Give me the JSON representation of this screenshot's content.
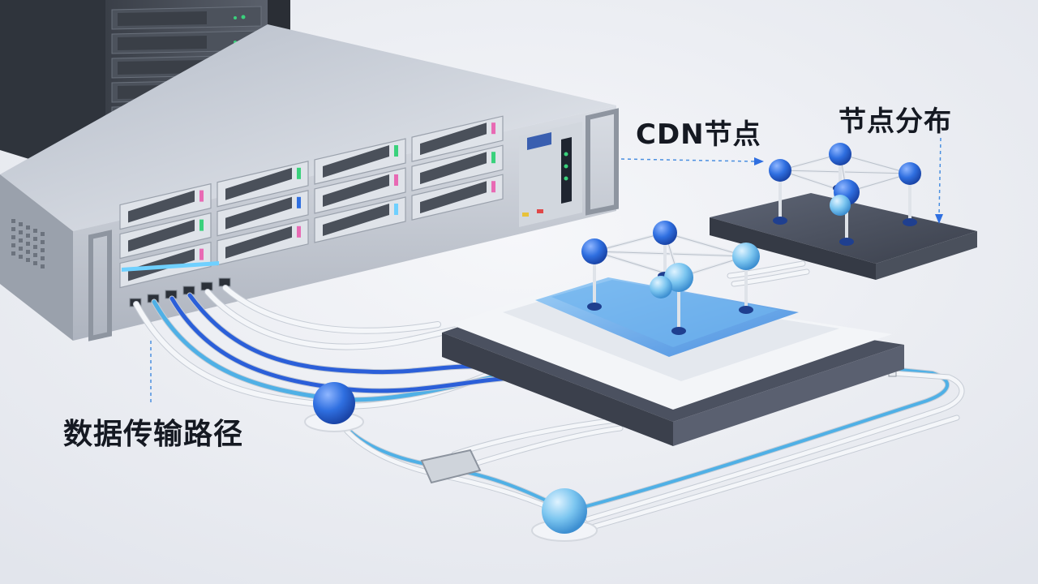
{
  "labels": {
    "cdn_node": "CDN节点",
    "node_distribution": "节点分布",
    "data_path": "数据传输路径"
  },
  "colors": {
    "background": "#eceef3",
    "node_blue": "#2f6fe0",
    "node_light_blue": "#7cc6f0",
    "cable_blue": "#2b5fd9",
    "cable_light_blue": "#4fb0e6",
    "cable_white": "#f4f6f9",
    "pointer_line": "#4a8fe0",
    "server_metal": "#c9ced6",
    "platform_dark": "#4b5160",
    "platform_white": "#f3f5f8",
    "platform_blue": "#5aa6ea",
    "text": "#151922"
  },
  "icons": {
    "server_rack": "server-rack-icon",
    "node_sphere": "sphere-node-icon",
    "platform": "platform-icon",
    "connector": "connector-icon"
  }
}
